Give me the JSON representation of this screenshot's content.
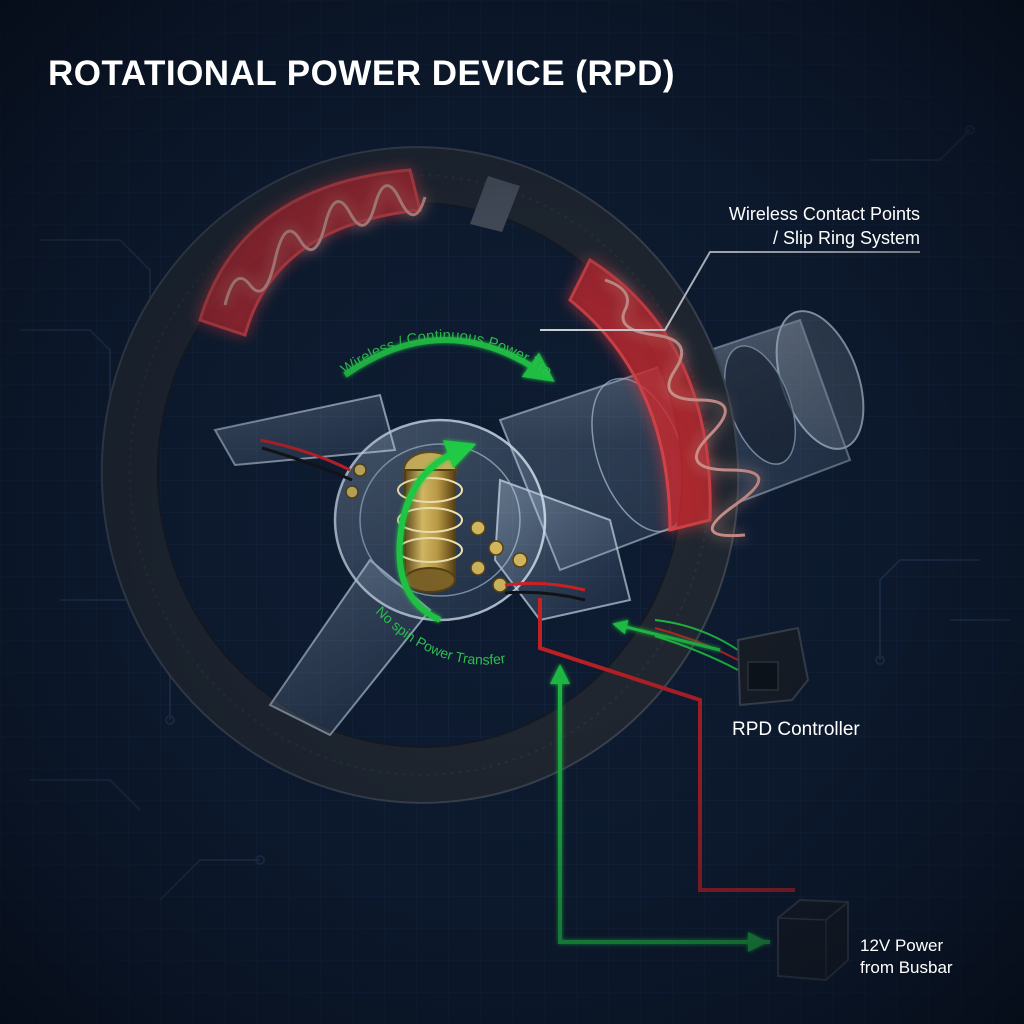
{
  "title": "ROTATIONAL POWER DEVICE (RPD)",
  "labels": {
    "wireless_contact_line1": "Wireless Contact Points",
    "wireless_contact_line2": "/ Slip Ring System",
    "rpd_controller": "RPD Controller",
    "power_line1": "12V Power",
    "power_line2": "from Busbar"
  },
  "arrow_labels": {
    "top_arrow": "Wireless / Continuous Power Transfer",
    "bottom_arrow": "No spin Power Transfer"
  },
  "icons": [
    "steering-wheel-icon",
    "heating-element-icon",
    "slip-ring-icon",
    "controller-connector-icon",
    "power-box-icon",
    "steering-column-icon"
  ],
  "colors": {
    "background": "#0d1a2e",
    "grid": "#1a2a45",
    "heating": "#ff3030",
    "power_wire": "#e02020",
    "flow_arrow": "#22dd44",
    "wheel_rim": "#2a2d31",
    "brass": "#c9a445",
    "text": "#ffffff"
  }
}
